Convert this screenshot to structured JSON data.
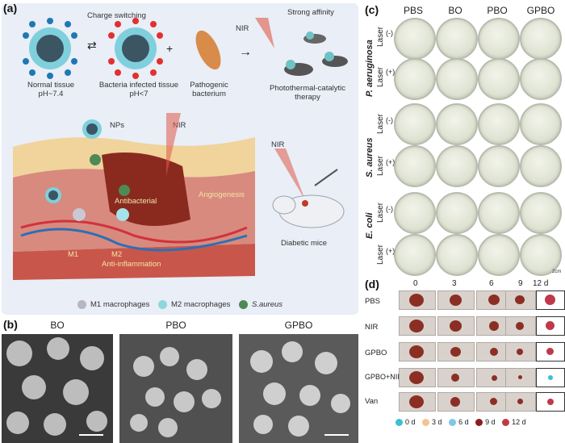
{
  "panel_a": {
    "label": "(a)",
    "charge_switching": "Charge switching",
    "normal_tissue": "Normal tissue",
    "normal_ph": "pH~7.4",
    "infected_tissue": "Bacteria infected tissue",
    "infected_ph": "pH<7",
    "pathogen_1": "Pathogenic",
    "pathogen_2": "bacterium",
    "nir_top": "NIR",
    "strong_affinity": "Strong affinity",
    "therapy_1": "Photothermal-catalytic",
    "therapy_2": "therapy",
    "nps": "NPs",
    "nir_mid": "NIR",
    "antibacterial": "Antibacterial",
    "angiogenesis": "Angiogenesis",
    "m1": "M1",
    "m2": "M2",
    "anti_inflammation": "Anti-inflammation",
    "nir_mouse": "NIR",
    "diabetic_mice": "Diabetic mice",
    "legend_m1": "M1 macrophages",
    "legend_m2": "M2 macrophages",
    "legend_sa": "S.aureus"
  },
  "panel_b": {
    "label": "(b)",
    "titles": [
      "BO",
      "PBO",
      "GPBO"
    ]
  },
  "panel_c": {
    "label": "(c)",
    "columns": [
      "PBS",
      "BO",
      "PBO",
      "GPBO"
    ],
    "groups": [
      {
        "name": "P. aeruginosa",
        "rows": [
          {
            "laser": "Laser",
            "sign": "(-)"
          },
          {
            "laser": "Laser",
            "sign": "(+)"
          }
        ]
      },
      {
        "name": "S. aureus",
        "rows": [
          {
            "laser": "Laser",
            "sign": "(-)"
          },
          {
            "laser": "Laser",
            "sign": "(+)"
          }
        ]
      },
      {
        "name": "E. coli",
        "rows": [
          {
            "laser": "Laser",
            "sign": "(-)"
          },
          {
            "laser": "Laser",
            "sign": "(+)"
          }
        ]
      }
    ],
    "scale": "2cm"
  },
  "panel_d": {
    "label": "(d)",
    "days": [
      "0",
      "3",
      "6",
      "9",
      "12 d"
    ],
    "rows": [
      "PBS",
      "NIR",
      "GPBO",
      "GPBO+NIR",
      "Van"
    ],
    "legend": [
      {
        "label": "0 d",
        "color": "#3cbfd0"
      },
      {
        "label": "3 d",
        "color": "#f2c48f"
      },
      {
        "label": "6 d",
        "color": "#7fc7e6"
      },
      {
        "label": "9 d",
        "color": "#8e1c1c"
      },
      {
        "label": "12 d",
        "color": "#c0394a"
      }
    ]
  }
}
